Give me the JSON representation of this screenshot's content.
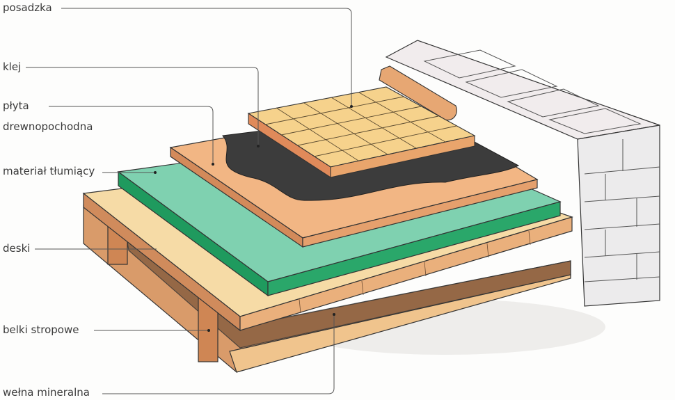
{
  "labels": {
    "posadzka": "posadzka",
    "klej": "klej",
    "plyta_line1": "płyta",
    "plyta_line2": "drewnopochodna",
    "material": "materiał tłumiący",
    "deski": "deski",
    "belki": "belki stropowe",
    "welna": "wełna mineralna"
  },
  "colors": {
    "tiles": "#f2c777",
    "adhesive": "#3b3b3b",
    "board": "#efb27f",
    "damping": "#2fa36e",
    "planks": "#f4d9a4",
    "joists": "#c97a4c",
    "wool": "#a0704a",
    "wall": "#eeeaea"
  }
}
